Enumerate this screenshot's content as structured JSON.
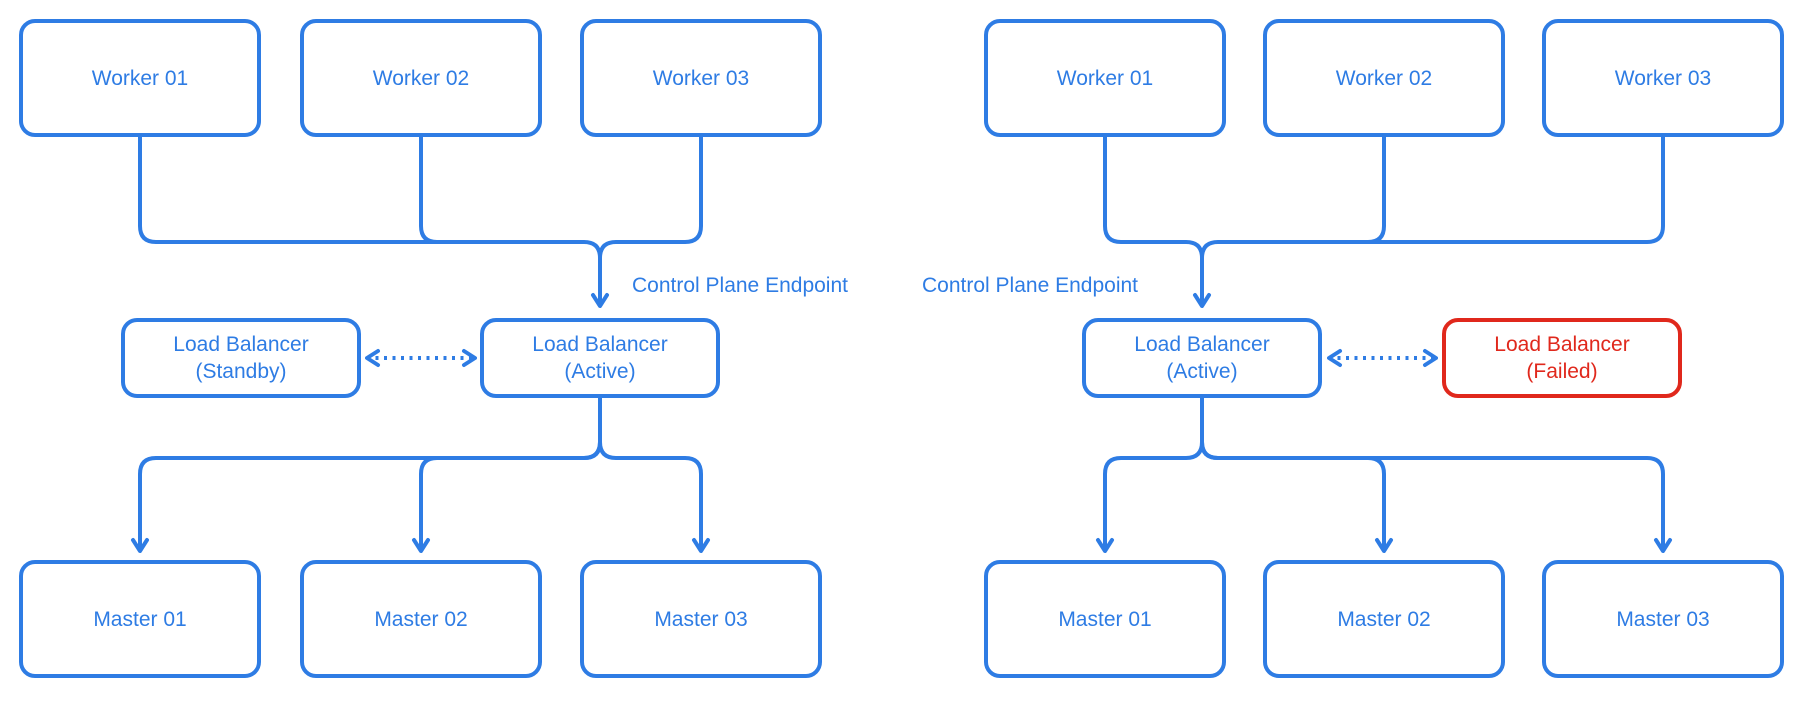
{
  "colors": {
    "primary": "#2e7ce4",
    "danger": "#e0281c",
    "background": "#ffffff"
  },
  "left": {
    "workers": [
      "Worker 01",
      "Worker 02",
      "Worker 03"
    ],
    "endpoint_label": "Control Plane Endpoint",
    "lb_standby": {
      "line1": "Load Balancer",
      "line2": "(Standby)"
    },
    "lb_active": {
      "line1": "Load Balancer",
      "line2": "(Active)"
    },
    "masters": [
      "Master 01",
      "Master 02",
      "Master 03"
    ]
  },
  "right": {
    "workers": [
      "Worker 01",
      "Worker 02",
      "Worker 03"
    ],
    "endpoint_label": "Control Plane Endpoint",
    "lb_active": {
      "line1": "Load Balancer",
      "line2": "(Active)"
    },
    "lb_failed": {
      "line1": "Load Balancer",
      "line2": "(Failed)"
    },
    "masters": [
      "Master 01",
      "Master 02",
      "Master 03"
    ]
  }
}
